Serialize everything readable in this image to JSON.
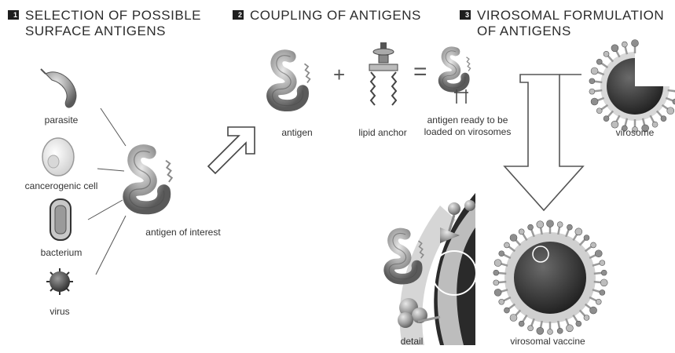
{
  "steps": [
    {
      "number": "1",
      "title": "SELECTION OF POSSIBLE",
      "title2": "SURFACE ANTIGENS"
    },
    {
      "number": "2",
      "title": "COUPLING OF ANTIGENS"
    },
    {
      "number": "3",
      "title": "VIROSOMAL FORMULATION",
      "title2": "OF ANTIGENS"
    }
  ],
  "sources": [
    "parasite",
    "cancerogenic cell",
    "bacterium",
    "virus"
  ],
  "labels": {
    "antigen_of_interest": "antigen of interest",
    "antigen": "antigen",
    "lipid_anchor": "lipid anchor",
    "antigen_ready_1": "antigen ready to be",
    "antigen_ready_2": "loaded on virosomes",
    "virosome": "virosome",
    "detail": "detail",
    "virosomal_vaccine": "virosomal vaccine"
  },
  "symbols": {
    "plus": "+",
    "equals": "="
  },
  "colors": {
    "ink": "#2c2c2c",
    "protein": "#8a8a8a",
    "membrane": "#b5b5b5",
    "core": "#3a3a3a"
  }
}
